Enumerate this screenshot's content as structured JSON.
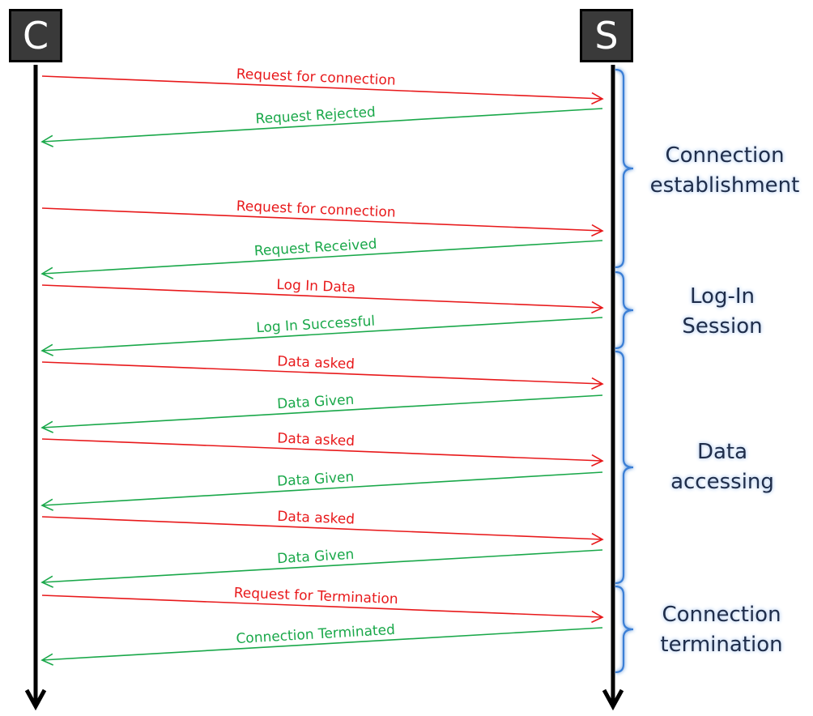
{
  "actors": {
    "client": {
      "label": "C"
    },
    "server": {
      "label": "S"
    }
  },
  "colors": {
    "request": "#e8191b",
    "response": "#1aa84a",
    "lifeline": "#000000",
    "brace": "#3a7fd6"
  },
  "messages": [
    {
      "label": "Request for connection",
      "direction": "to-server"
    },
    {
      "label": "Request Rejected",
      "direction": "to-client"
    },
    {
      "label": "Request for connection",
      "direction": "to-server"
    },
    {
      "label": "Request Received",
      "direction": "to-client"
    },
    {
      "label": "Log In Data",
      "direction": "to-server"
    },
    {
      "label": "Log In Successful",
      "direction": "to-client"
    },
    {
      "label": "Data asked",
      "direction": "to-server"
    },
    {
      "label": "Data Given",
      "direction": "to-client"
    },
    {
      "label": "Data asked",
      "direction": "to-server"
    },
    {
      "label": "Data Given",
      "direction": "to-client"
    },
    {
      "label": "Data asked",
      "direction": "to-server"
    },
    {
      "label": "Data Given",
      "direction": "to-client"
    },
    {
      "label": "Request for Termination",
      "direction": "to-server"
    },
    {
      "label": "Connection Terminated",
      "direction": "to-client"
    }
  ],
  "phases": [
    {
      "line1": "Connection",
      "line2": "establishment"
    },
    {
      "line1": "Log-In",
      "line2": "Session"
    },
    {
      "line1": "Data",
      "line2": "accessing"
    },
    {
      "line1": "Connection",
      "line2": "termination"
    }
  ]
}
